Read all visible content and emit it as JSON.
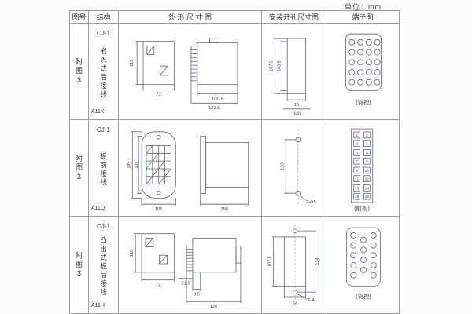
{
  "unit_label": "单位：mm",
  "header": {
    "fig": "图号",
    "structure": "结构",
    "outline": "外 形 尺 寸 图",
    "mounting": "安装开孔尺寸图",
    "terminal": "端子图"
  },
  "rows": [
    {
      "fig": "附图3",
      "model": "CJ-1",
      "desc": "嵌入式后接线",
      "code": "A11K",
      "outline": {
        "h": "115",
        "w": "72",
        "d1": "100.5",
        "d2": "122.5"
      },
      "mount": {
        "v1": "107.5",
        "v2": "103.5",
        "h1": "16",
        "h2": "(64)"
      },
      "terminal_label": "(背视)"
    },
    {
      "fig": "附图3",
      "model": "CJ-1",
      "desc": "板前接线",
      "code": "A11Q",
      "outline": {
        "h1": "149",
        "h2": "135",
        "w": "105",
        "d": "156"
      },
      "mount": {
        "v1": "133",
        "holes": "2-Φ5"
      },
      "terminal_label": "(前视)",
      "terminal_numbers": [
        "1",
        "2",
        "3",
        "4",
        "5",
        "6",
        "7",
        "8",
        "9",
        "10",
        "11",
        "12",
        "13",
        "14",
        "15",
        "16"
      ]
    },
    {
      "fig": "附图3",
      "model": "CJ-1",
      "desc": "凸出式板后接线",
      "code": "A11H",
      "outline": {
        "h": "115",
        "w": "72",
        "d1": "31.5",
        "d2": "9.5",
        "d3": "126"
      },
      "mount": {
        "v1": "107.5",
        "v2": "124",
        "h1": "6.4",
        "h2": "64"
      },
      "terminal_label": "(背视)"
    }
  ]
}
